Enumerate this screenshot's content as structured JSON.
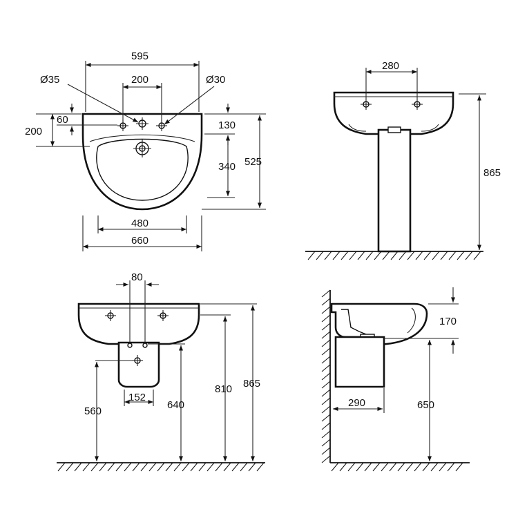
{
  "dimensions": {
    "top_width": "595",
    "tap_spacing": "200",
    "hole_left": "Ø35",
    "hole_right": "Ø30",
    "hole_offset": "60",
    "hole_height": "200",
    "rim_depth": "130",
    "bowl_depth": "340",
    "total_depth": "525",
    "inner_width": "480",
    "outer_width": "660",
    "pedestal_tap_spacing": "280",
    "pedestal_height": "865",
    "semi_tap_spacing": "80",
    "semi_width": "152",
    "semi_floor_low": "560",
    "semi_floor_mid": "640",
    "semi_floor_waste": "810",
    "semi_floor_top": "865",
    "side_rim": "170",
    "side_depth": "290",
    "side_floor": "650"
  }
}
